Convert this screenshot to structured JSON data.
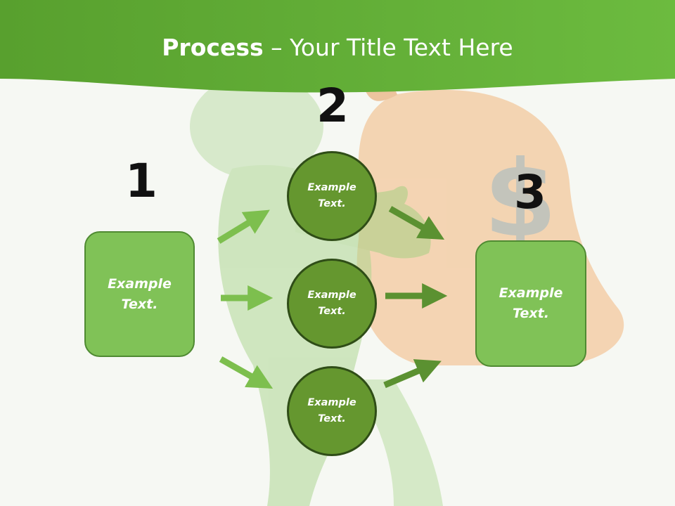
{
  "title": {
    "bold": "Process",
    "rest": " – Your Title Text Here"
  },
  "steps": {
    "one": "1",
    "two": "2",
    "three": "3"
  },
  "left_box": {
    "text": "Example\nText."
  },
  "circles": [
    {
      "text": "Example\nText."
    },
    {
      "text": "Example\nText."
    },
    {
      "text": "Example\nText."
    }
  ],
  "right_box": {
    "text": "Example\nText."
  },
  "colors": {
    "header_green": "#5ea532",
    "box_green": "#80c257",
    "circle_green": "#65972f",
    "arrow_light": "#7dbf4e",
    "arrow_dark": "#5b9131"
  }
}
